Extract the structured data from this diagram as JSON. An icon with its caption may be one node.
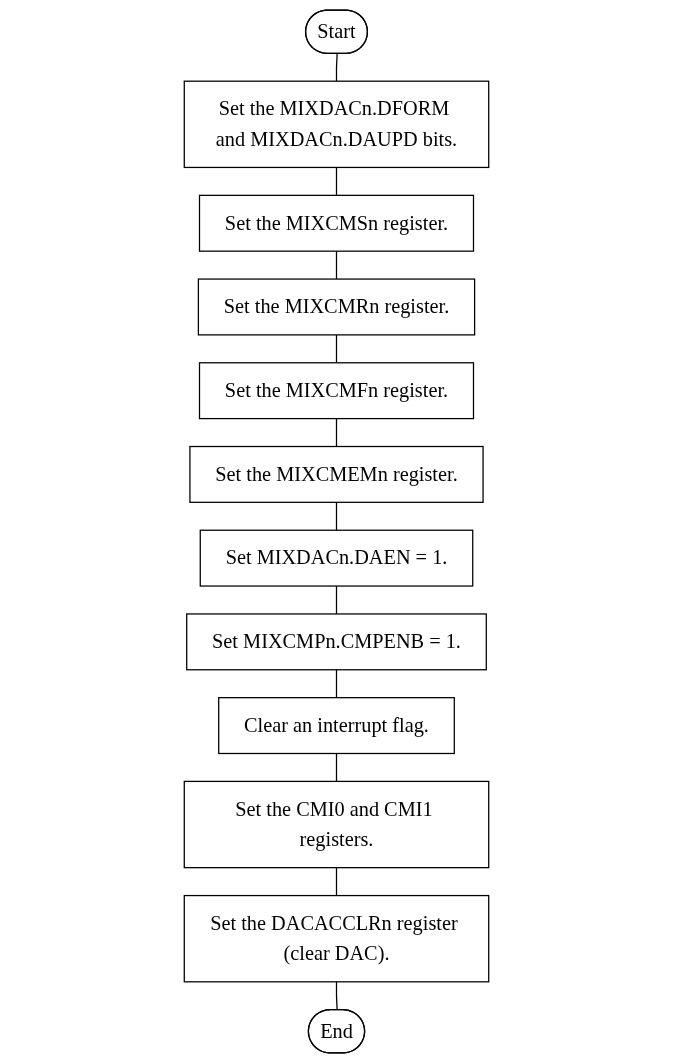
{
  "diagram": {
    "nodes": [
      {
        "text": [
          "Start"
        ]
      },
      {
        "text": [
          "Set the MIXDACn.DFORM and MIXDACn.DAUPD bits."
        ]
      },
      {
        "text": [
          "Set the MIXCMSn register."
        ]
      },
      {
        "text": [
          "Set the MIXCMRn register."
        ]
      },
      {
        "text": [
          "Set the MIXCMFn register."
        ]
      },
      {
        "text": [
          "Set the MIXCMEMn register."
        ]
      },
      {
        "text": [
          "Set MIXDACn.DAEN = 1."
        ]
      },
      {
        "text": [
          "Set MIXCMPn.CMPENB = 1."
        ]
      },
      {
        "text": [
          "Clear an interrupt flag."
        ]
      },
      {
        "text": [
          "Set the CMI0 and CMI1 registers."
        ]
      },
      {
        "text": [
          "Set the DACACCLRn register (clear DAC)."
        ]
      },
      {
        "text": [
          "End"
        ]
      }
    ],
    "edges": [
      {
        "from": 0,
        "to": 1,
        "arrow": "none"
      },
      {
        "from": 1,
        "to": 2,
        "arrow": "none"
      },
      {
        "from": 2,
        "to": 3,
        "arrow": "none"
      },
      {
        "from": 3,
        "to": 4,
        "arrow": "none"
      },
      {
        "from": 4,
        "to": 5,
        "arrow": "none"
      },
      {
        "from": 5,
        "to": 6,
        "arrow": "none"
      },
      {
        "from": 6,
        "to": 7,
        "arrow": "none"
      },
      {
        "from": 7,
        "to": 8,
        "arrow": "none"
      },
      {
        "from": 8,
        "to": 9,
        "arrow": "none"
      },
      {
        "from": 9,
        "to": 10,
        "arrow": "none"
      },
      {
        "from": 10,
        "to": 11,
        "arrow": "none"
      }
    ]
  }
}
